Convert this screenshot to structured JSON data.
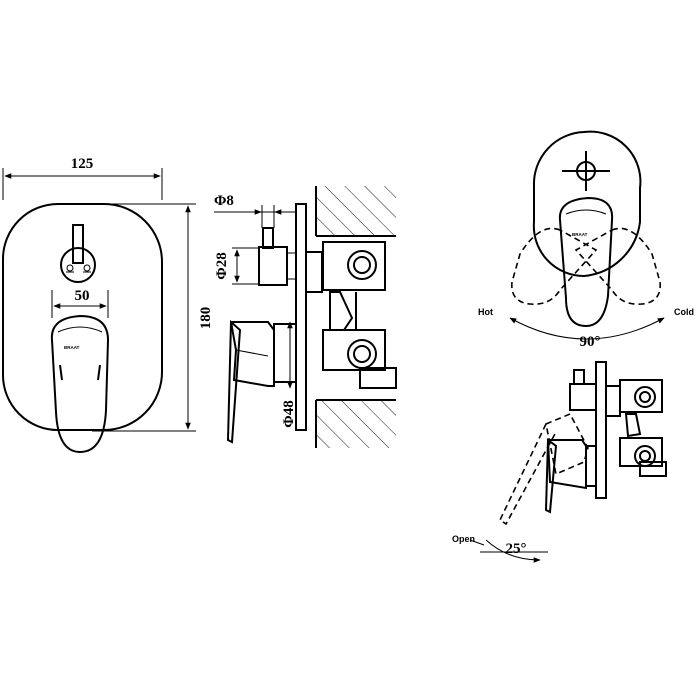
{
  "front_view": {
    "width_label": "125",
    "height_label": "180",
    "lever_width_label": "50",
    "brand_text": "BRAAT"
  },
  "side_view": {
    "diverter_dia_label": "Φ8",
    "knob_dia_label": "Φ28",
    "plate_dia_label": "Φ48"
  },
  "rotation_view": {
    "hot_label": "Hot",
    "cold_label": "Cold",
    "angle_label": "90°",
    "brand_text": "BRAAT"
  },
  "open_view": {
    "open_label": "Open",
    "angle_label": "25°"
  }
}
